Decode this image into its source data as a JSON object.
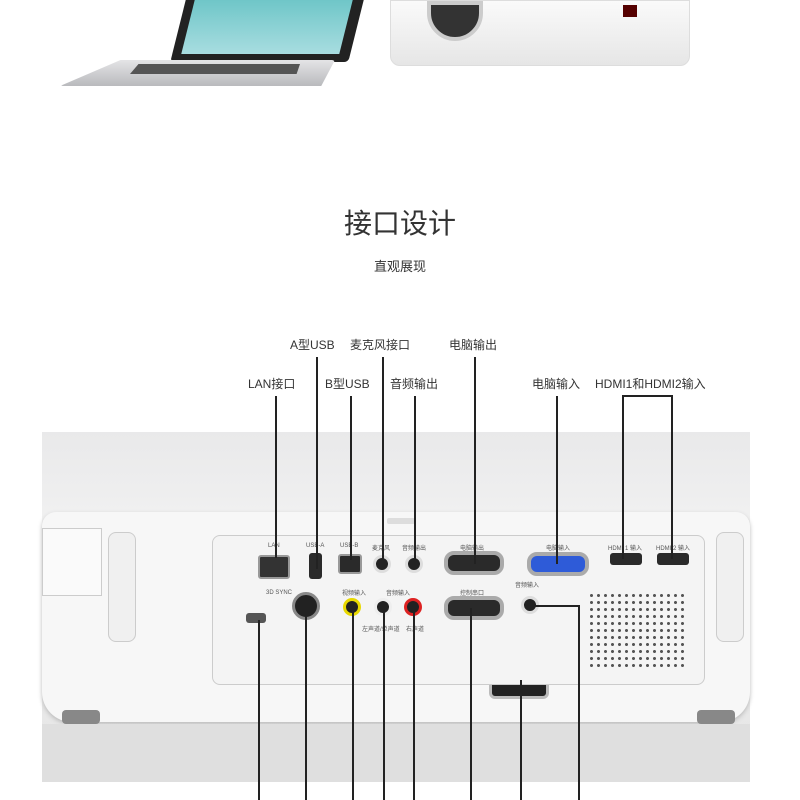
{
  "section": {
    "title": "接口设计",
    "subtitle": "直观展现"
  },
  "callouts": {
    "usb_a": "A型USB",
    "mic": "麦克风接口",
    "pc_out": "电脑输出",
    "lan": "LAN接口",
    "usb_b": "B型USB",
    "audio_out": "音频输出",
    "pc_in": "电脑输入",
    "hdmi": "HDMI1和HDMI2输入"
  },
  "panel_labels": {
    "lan": "LAN",
    "usb_a": "USB-A",
    "usb_b": "USB-B",
    "mic": "麦克风",
    "audio_out": "音频输出",
    "pc_out": "电脑输出",
    "pc_in": "电脑输入",
    "hdmi1": "HDMI 1 输入",
    "hdmi2": "HDMI 2 输入",
    "video_in": "视频输入",
    "audio_in": "音频输入",
    "left_ch": "左声道/单声道",
    "right_ch": "右声道",
    "control": "控制串口",
    "audio_in2": "音频输入",
    "sync": "3D SYNC"
  }
}
